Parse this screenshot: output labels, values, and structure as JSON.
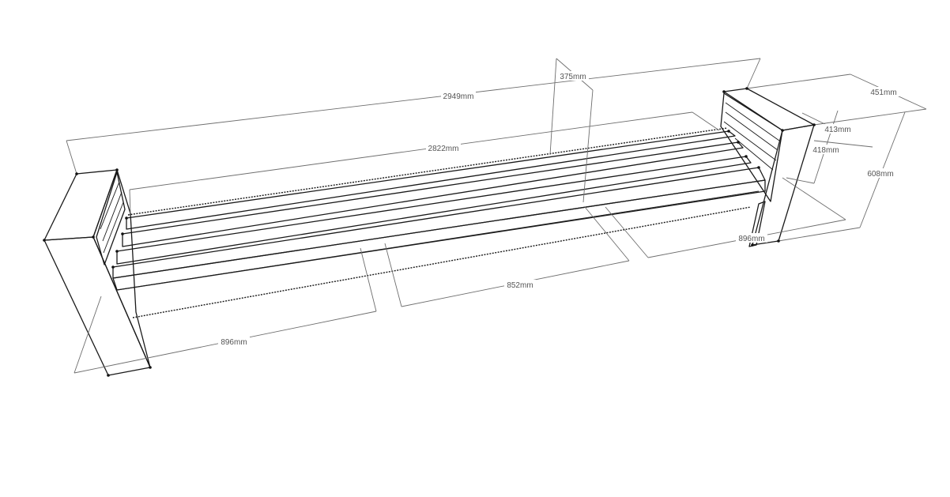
{
  "dimensions": {
    "overall_length": "2949mm",
    "seat_length": "2822mm",
    "seat_height": "375mm",
    "post_width": "451mm",
    "slat_span_a": "413mm",
    "slat_span_b": "418mm",
    "post_height": "608mm",
    "depth_left": "896mm",
    "depth_right": "896mm",
    "support_spacing": "852mm"
  },
  "colors": {
    "background": "#ffffff",
    "line": "#1a1a1a",
    "dimension_line": "#6e6e6e",
    "post_top": "#e4e4e4",
    "slat_face": "#dcdcdc",
    "slat_dark": "#9a9a9a",
    "label": "#555555"
  }
}
